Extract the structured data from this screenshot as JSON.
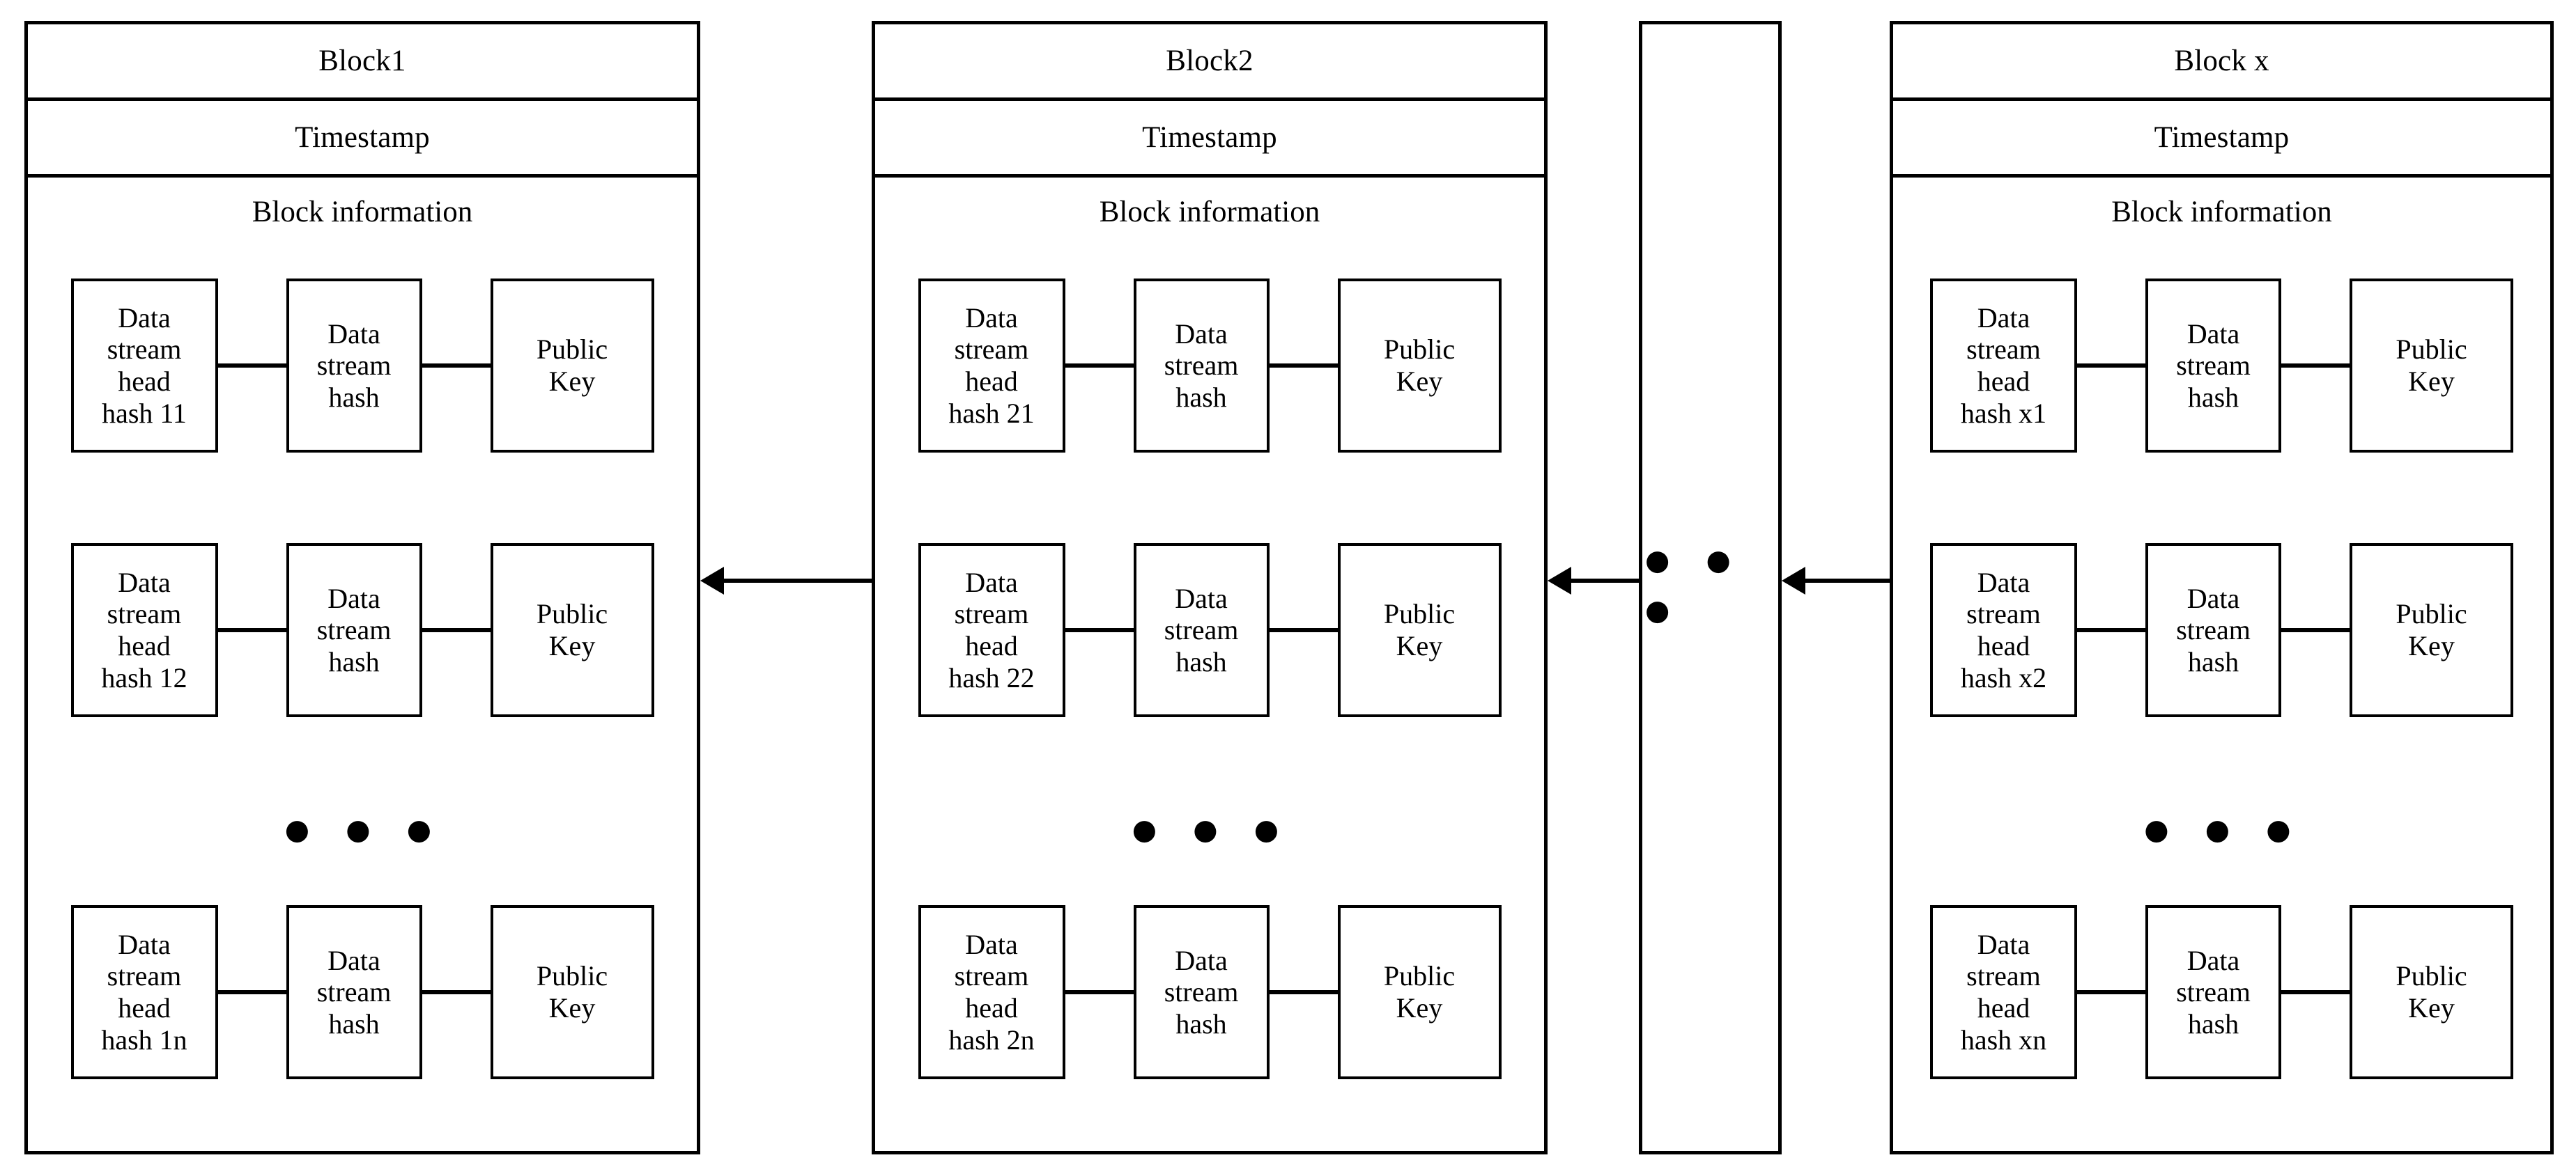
{
  "diagram": {
    "title": "Blockchain structure with data stream hashes",
    "stroke_color": "#000000",
    "background_color": "#ffffff",
    "ellipsis_glyph": "● ● ●",
    "row_ellipsis_glyph": "● ● ●",
    "skip_dots_glyph": "● ● ●"
  },
  "labels": {
    "timestamp": "Timestamp",
    "block_information": "Block information",
    "data_stream_hash": "Data\nstream\nhash",
    "public_key": "Public\nKey"
  },
  "blocks": [
    {
      "name": "block1",
      "title": "Block1",
      "timestamp": "Timestamp",
      "info_label": "Block information",
      "rows": [
        {
          "head": "Data\nstream\nhead\nhash 11",
          "hash": "Data\nstream\nhash",
          "key": "Public\nKey"
        },
        {
          "head": "Data\nstream\nhead\nhash 12",
          "hash": "Data\nstream\nhash",
          "key": "Public\nKey"
        },
        {
          "head": "Data\nstream\nhead\nhash 1n",
          "hash": "Data\nstream\nhash",
          "key": "Public\nKey"
        }
      ],
      "row_ellipsis": "● ● ●"
    },
    {
      "name": "block2",
      "title": "Block2",
      "timestamp": "Timestamp",
      "info_label": "Block information",
      "rows": [
        {
          "head": "Data\nstream\nhead\nhash 21",
          "hash": "Data\nstream\nhash",
          "key": "Public\nKey"
        },
        {
          "head": "Data\nstream\nhead\nhash 22",
          "hash": "Data\nstream\nhash",
          "key": "Public\nKey"
        },
        {
          "head": "Data\nstream\nhead\nhash 2n",
          "hash": "Data\nstream\nhash",
          "key": "Public\nKey"
        }
      ],
      "row_ellipsis": "● ● ●"
    },
    {
      "name": "blockx",
      "title": "Block x",
      "timestamp": "Timestamp",
      "info_label": "Block information",
      "rows": [
        {
          "head": "Data\nstream\nhead\nhash x1",
          "hash": "Data\nstream\nhash",
          "key": "Public\nKey"
        },
        {
          "head": "Data\nstream\nhead\nhash x2",
          "hash": "Data\nstream\nhash",
          "key": "Public\nKey"
        },
        {
          "head": "Data\nstream\nhead\nhash xn",
          "hash": "Data\nstream\nhash",
          "key": "Public\nKey"
        }
      ],
      "row_ellipsis": "● ● ●"
    }
  ],
  "skip_column": {
    "dots": "● ● ●"
  },
  "arrows": [
    {
      "name": "arrow-block2-to-block1",
      "direction": "left"
    },
    {
      "name": "arrow-skip-to-block2",
      "direction": "left"
    },
    {
      "name": "arrow-blockx-to-skip",
      "direction": "left"
    }
  ]
}
